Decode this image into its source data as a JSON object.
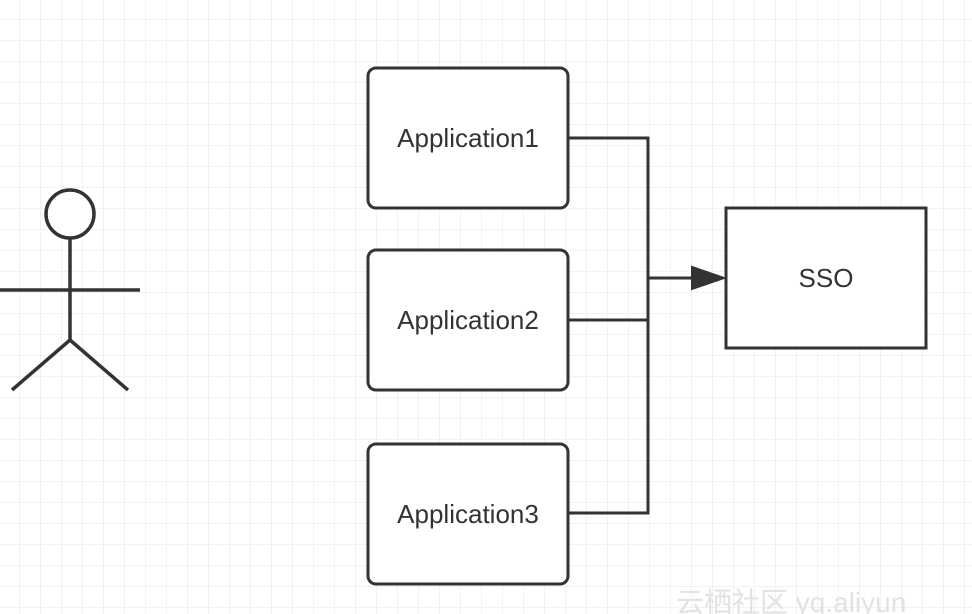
{
  "diagram": {
    "actor": {
      "label": ""
    },
    "applications": [
      {
        "label": "Application1"
      },
      {
        "label": "Application2"
      },
      {
        "label": "Application3"
      }
    ],
    "target": {
      "label": "SSO"
    },
    "watermark": "云栖社区 yq.aliyun"
  },
  "colors": {
    "stroke": "#333333",
    "grid_line": "#e6e6e6",
    "background": "#ffffff"
  }
}
